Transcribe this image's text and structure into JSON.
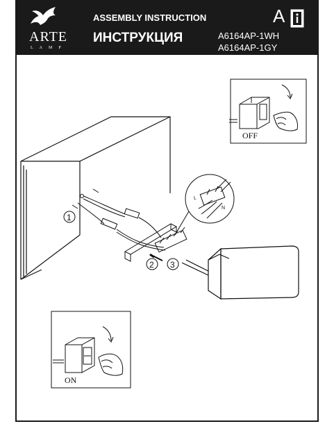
{
  "header": {
    "brand": "ARTE",
    "brand_sub": "LAMP",
    "title_en": "ASSEMBLY INSTRUCTION",
    "title_ru": "ИНСТРУКЦИЯ",
    "model_1": "A6164AP-1WH",
    "model_2": "A6164AP-1GY",
    "letter": "A",
    "info_icon": "info-book-icon"
  },
  "steps": {
    "off_label": "OFF",
    "on_label": "ON",
    "step_1": "1",
    "step_2": "2",
    "step_3": "3",
    "wire_l": "L",
    "wire_n": "N"
  }
}
